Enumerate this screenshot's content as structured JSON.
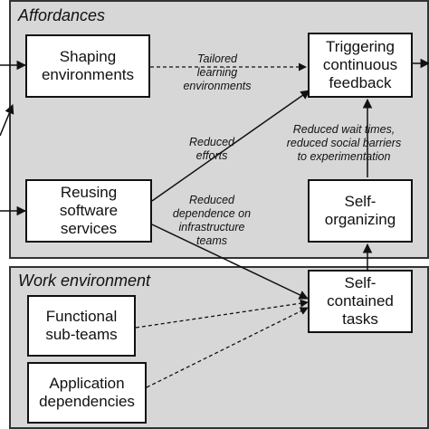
{
  "panels": {
    "affordances": "Affordances",
    "work_environment": "Work environment"
  },
  "nodes": {
    "shaping": "Shaping\nenvironments",
    "reusing": "Reusing\nsoftware\nservices",
    "triggering": "Triggering\ncontinuous\nfeedback",
    "self_organizing": "Self-\norganizing",
    "self_contained": "Self-\ncontained\ntasks",
    "functional": "Functional\nsub-teams",
    "application": "Application\ndependencies"
  },
  "edge_labels": {
    "tailored": "Tailored\nlearning\nenvironments",
    "reduced_efforts": "Reduced\nefforts",
    "reduced_dependence": "Reduced\ndependence on\ninfrastructure\nteams",
    "reduced_wait": "Reduced wait times,\nreduced social barriers\nto experimentation"
  },
  "colors": {
    "panel": "#d7d7d7",
    "border": "#333333",
    "box": "#ffffff",
    "text": "#111111"
  }
}
